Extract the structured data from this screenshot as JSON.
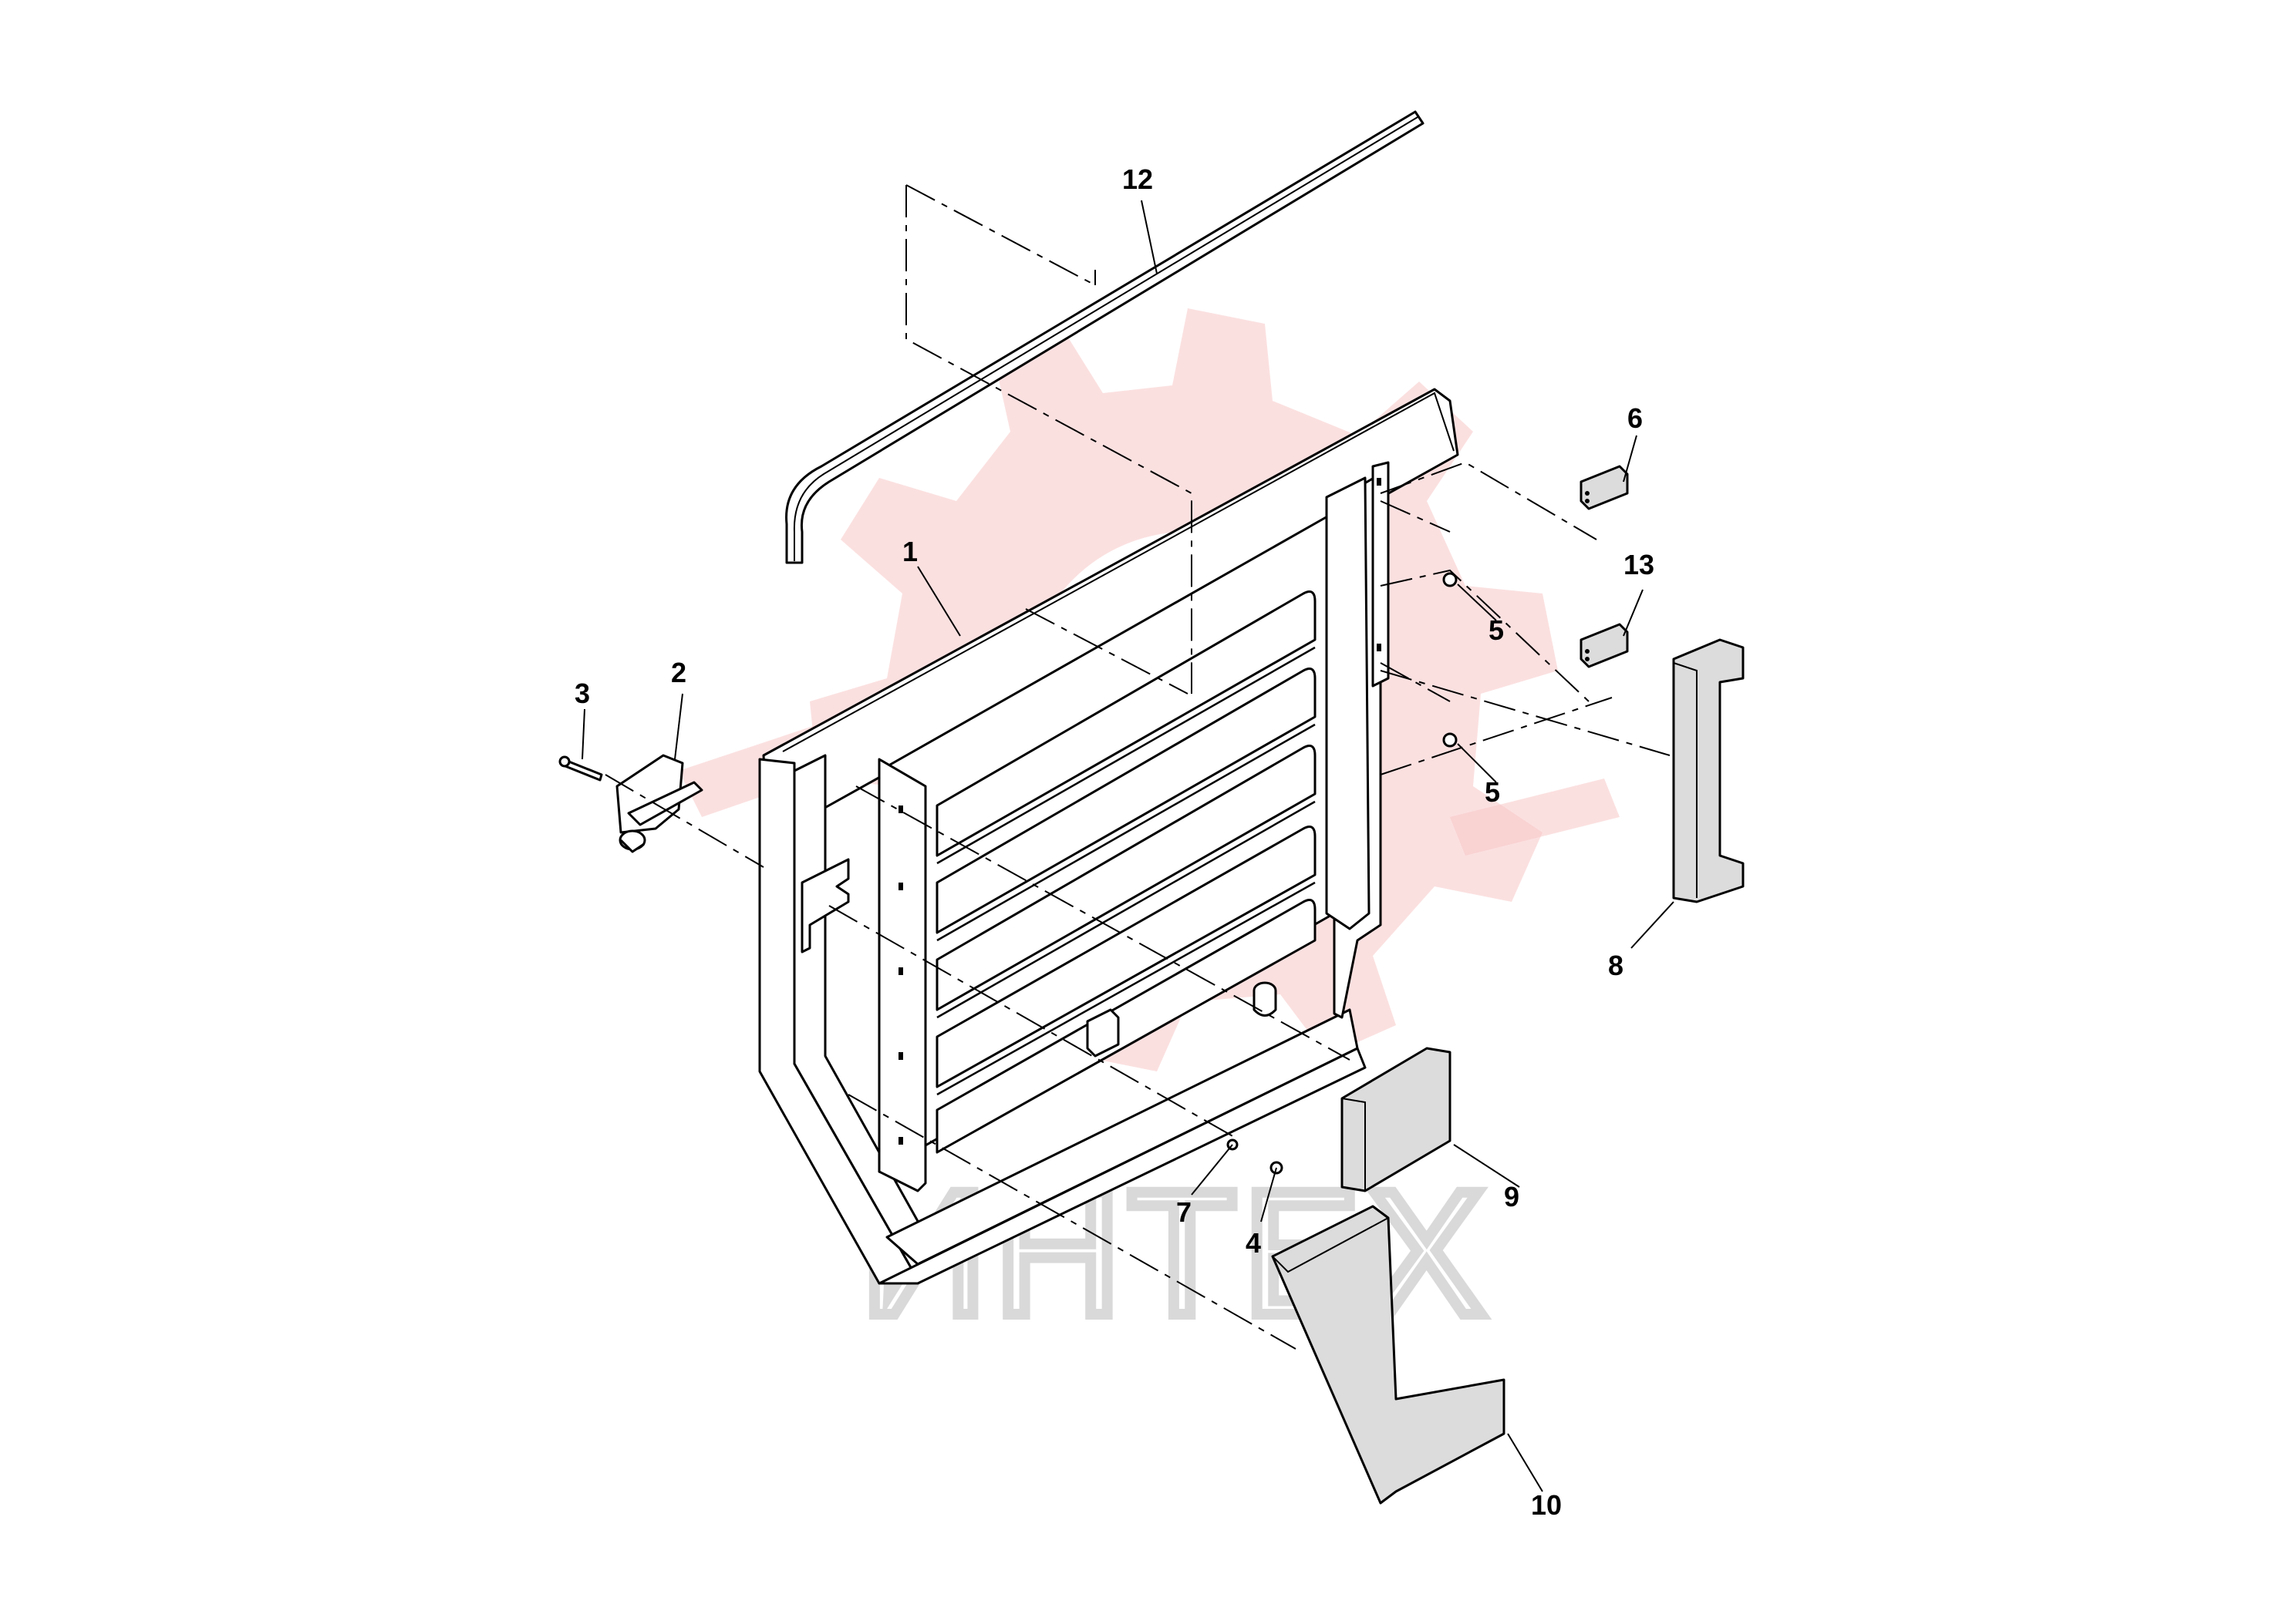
{
  "watermark": {
    "text": "ИНТЕХ",
    "gear_color": "#f7c6c6",
    "text_color": "#d9d9d9"
  },
  "callouts": [
    {
      "id": "1",
      "label": "1"
    },
    {
      "id": "2",
      "label": "2"
    },
    {
      "id": "3",
      "label": "3"
    },
    {
      "id": "4",
      "label": "4"
    },
    {
      "id": "5a",
      "label": "5"
    },
    {
      "id": "5b",
      "label": "5"
    },
    {
      "id": "6",
      "label": "6"
    },
    {
      "id": "7",
      "label": "7"
    },
    {
      "id": "8",
      "label": "8"
    },
    {
      "id": "9",
      "label": "9"
    },
    {
      "id": "10",
      "label": "10"
    },
    {
      "id": "12",
      "label": "12"
    },
    {
      "id": "13",
      "label": "13"
    }
  ]
}
